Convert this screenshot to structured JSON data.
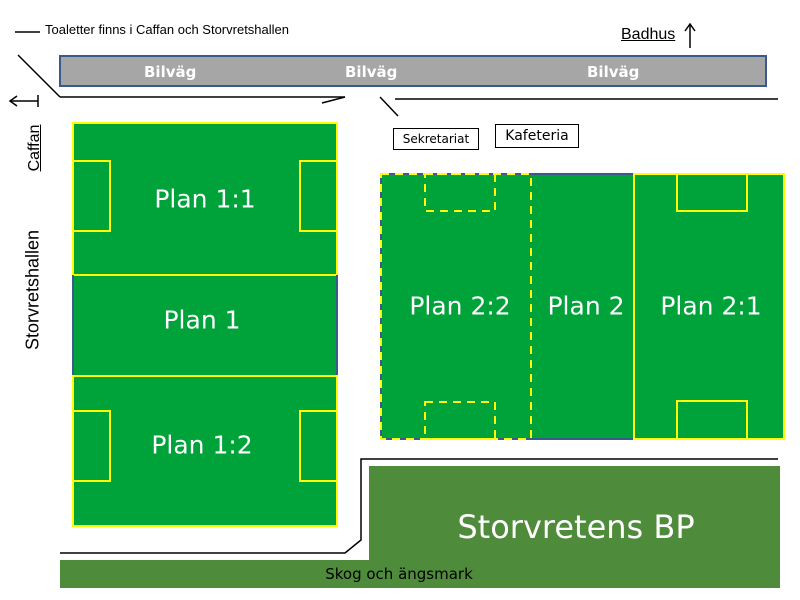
{
  "notice": "Toaletter finns i Caffan och Storvretshallen",
  "badhus": "Badhus",
  "road": {
    "labels": [
      "Bilväg",
      "Bilväg",
      "Bilväg"
    ]
  },
  "caffan": "Caffan",
  "storvretshallen": "Storvretshallen",
  "sekretariat": "Sekretariat",
  "kafeteria": "Kafeteria",
  "fields": {
    "p11": "Plan 1:1",
    "p1": "Plan 1",
    "p12": "Plan 1:2",
    "p22": "Plan 2:2",
    "p2": "Plan 2",
    "p21": "Plan 2:1"
  },
  "bp": "Storvretens BP",
  "forest": "Skog och ängsmark",
  "colors": {
    "field_green": "#00a23a",
    "line_yellow": "#ffff00",
    "road_gray": "#a6a6a6",
    "road_border": "#3a5a8c",
    "bp_green": "#4e8b3a",
    "forest_green": "#4e8b3a"
  }
}
